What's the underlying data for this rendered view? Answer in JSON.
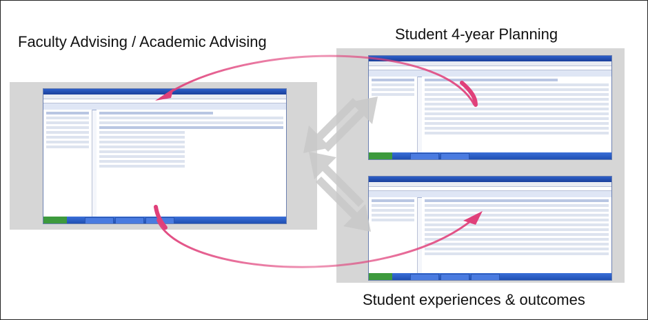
{
  "labels": {
    "faculty": "Faculty Advising / Academic Advising",
    "planning": "Student 4-year Planning",
    "outcomes": "Student experiences & outcomes"
  },
  "colors": {
    "panel": "#d6d6d6",
    "pink_arrow": "#e0407a",
    "gray_arrow": "#c9c9c9"
  },
  "icons": {
    "curved_arrow_top": "curved-arrow-icon",
    "curved_arrow_bottom": "curved-arrow-icon",
    "diagonal_arrow": "double-diagonal-arrow-icon"
  }
}
